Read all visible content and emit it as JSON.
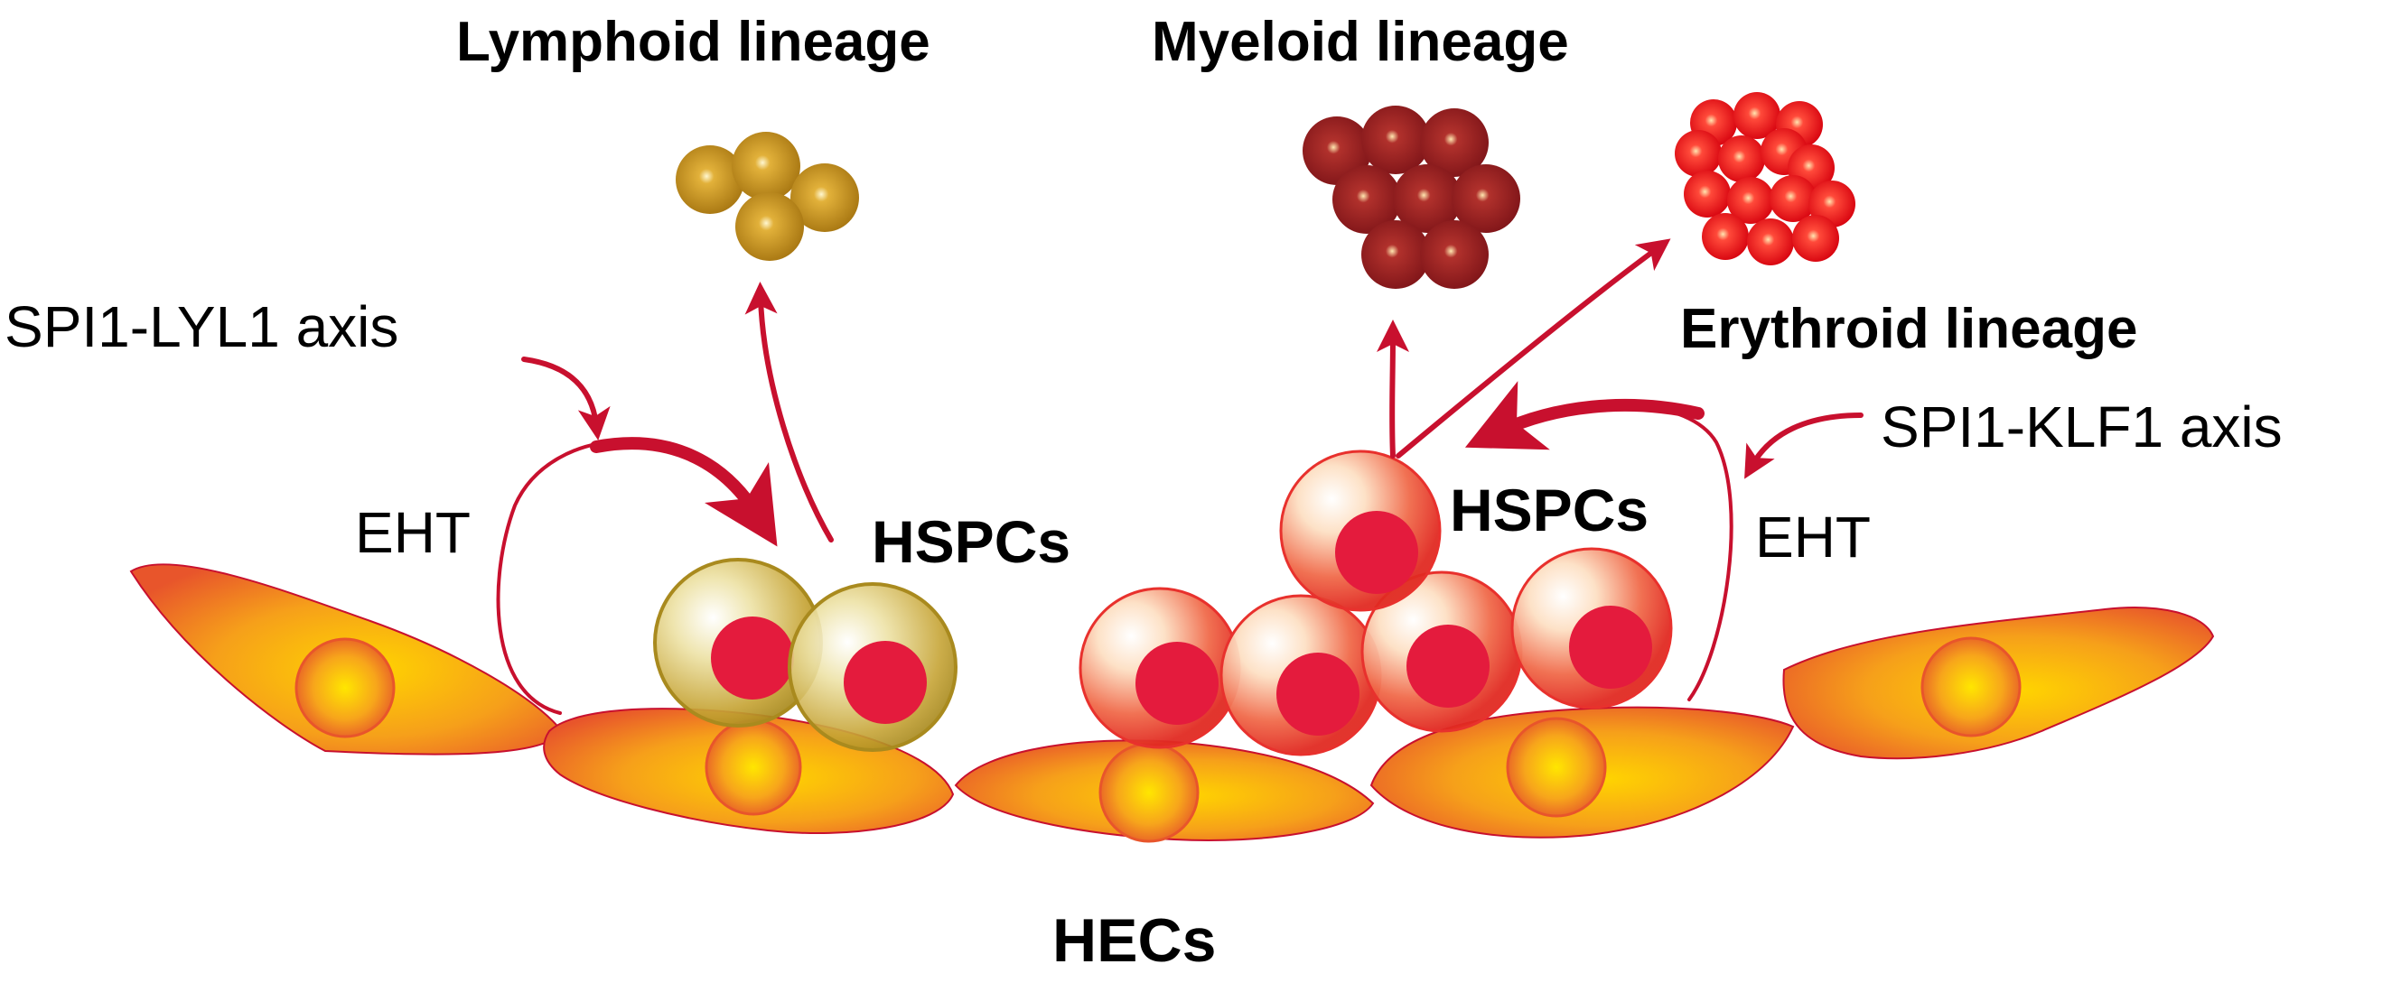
{
  "labels": {
    "lymphoid_lineage": "Lymphoid lineage",
    "myeloid_lineage": "Myeloid lineage",
    "erythroid_lineage": "Erythroid lineage",
    "spi1_lyl1_axis": "SPI1-LYL1 axis",
    "spi1_klf1_axis": "SPI1-KLF1 axis",
    "eht_left": "EHT",
    "eht_right": "EHT",
    "hspcs_left": "HSPCs",
    "hspcs_right": "HSPCs",
    "hecs": "HECs"
  },
  "colors": {
    "arrow": "#c8102e",
    "endothelial_light": "#ffd100",
    "endothelial_dark": "#e8552b",
    "nucleus": "#e41b3d",
    "lymphoid": "#b5861c",
    "myeloid": "#93181f",
    "erythroid": "#e00010",
    "hspc_red_rim": "#e8312d",
    "hspc_gold_rim": "#a98a1e"
  }
}
